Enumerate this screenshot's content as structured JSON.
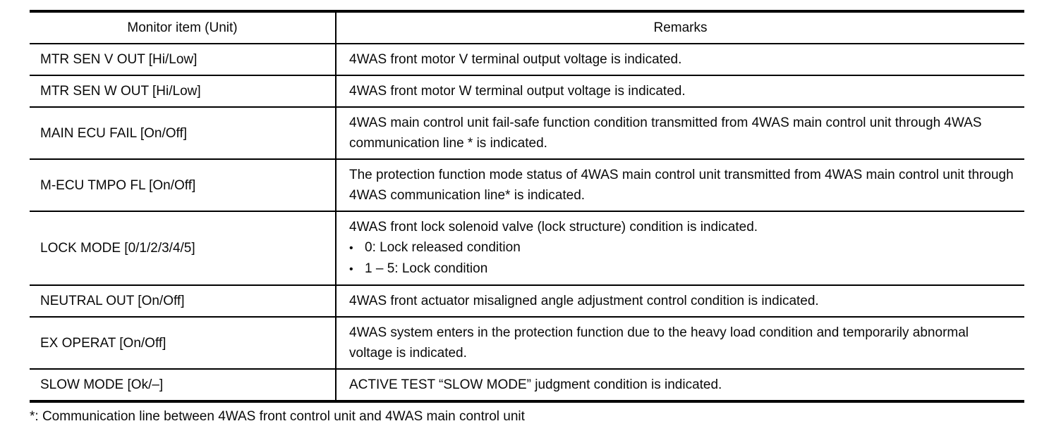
{
  "table": {
    "columns": {
      "monitor_item": "Monitor item (Unit)",
      "remarks": "Remarks"
    },
    "bullet_glyph": "•",
    "rows": [
      {
        "item": "MTR SEN V OUT [Hi/Low]",
        "remark": "4WAS front motor V terminal output voltage is indicated."
      },
      {
        "item": "MTR SEN W OUT [Hi/Low]",
        "remark": "4WAS front motor W terminal output voltage is indicated."
      },
      {
        "item": "MAIN ECU FAIL [On/Off]",
        "remark": "4WAS main control unit fail-safe function condition transmitted from 4WAS main control unit through 4WAS communication line * is indicated."
      },
      {
        "item": "M-ECU TMPO FL [On/Off]",
        "remark": "The protection function mode status of 4WAS main control unit transmitted from 4WAS main control unit through 4WAS communication line* is indicated."
      },
      {
        "item": "LOCK MODE [0/1/2/3/4/5]",
        "remark": "4WAS front lock solenoid valve (lock structure) condition is indicated.",
        "bullets": [
          "0: Lock released condition",
          "1 – 5: Lock condition"
        ]
      },
      {
        "item": "NEUTRAL OUT [On/Off]",
        "remark": "4WAS front actuator misaligned angle adjustment control condition is indicated."
      },
      {
        "item": "EX OPERAT [On/Off]",
        "remark": "4WAS system enters in the protection function due to the heavy load condition and temporarily abnormal voltage is indicated."
      },
      {
        "item": "SLOW MODE [Ok/–]",
        "remark": "ACTIVE TEST “SLOW MODE” judgment condition is indicated."
      }
    ]
  },
  "footnote": "*: Communication line between 4WAS front control unit and 4WAS main control unit"
}
